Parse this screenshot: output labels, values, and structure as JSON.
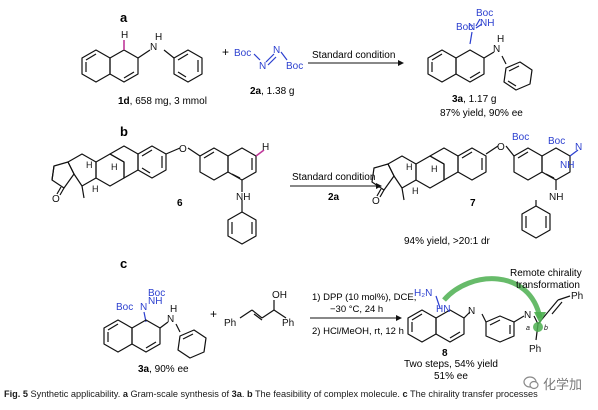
{
  "panel_a": {
    "label": "a",
    "reactant1_label": "1d",
    "reactant1_amount": ", 658 mg, 3 mmol",
    "plus": "+",
    "reactant2_label": "2a",
    "reactant2_amount": ", 1.38 g",
    "arrow_text": "Standard condition",
    "product_label": "3a",
    "product_amount": ", 1.17 g",
    "result": "87% yield, 90% ee",
    "atoms": {
      "H": "H",
      "NH": "N",
      "Boc": "Boc",
      "N": "N",
      "NH2": "NH"
    }
  },
  "panel_b": {
    "label": "b",
    "reactant_label": "6",
    "arrow_text": "Standard condition",
    "arrow_reagent": "2a",
    "product_label": "7",
    "result": "94% yield, >20:1 dr",
    "atoms": {
      "O": "O",
      "H": "H",
      "NH": "NH",
      "Boc": "Boc",
      "N": "N",
      "NH2": "NH"
    }
  },
  "panel_c": {
    "label": "c",
    "reactant1_label": "3a",
    "reactant1_ee": ", 90% ee",
    "plus": "+",
    "alcohol": {
      "OH": "OH",
      "Ph": "Ph"
    },
    "step1": "1) DPP (10 mol%), DCE,",
    "step1b": "−30 °C, 24 h",
    "step2": "2) HCl/MeOH, rt, 12 h",
    "product_label": "8",
    "result1": "Two steps, 54% yield",
    "result2": "51% ee",
    "remote_title1": "Remote chirality",
    "remote_title2": "transformation",
    "atoms": {
      "H2N": "H₂N",
      "HN": "HN",
      "N": "N",
      "Ph": "Ph",
      "a": "a",
      "b": "b"
    }
  },
  "caption": {
    "fig": "Fig. 5",
    "text1": " Synthetic applicability. ",
    "a": "a",
    "text2": " Gram-scale synthesis of ",
    "b3a": "3a",
    "text3": ". ",
    "b": "b",
    "text4": " The feasibility of complex molecule. ",
    "c": "c",
    "text5": " The chirality transfer processes"
  },
  "watermark": {
    "text": "化学加"
  }
}
